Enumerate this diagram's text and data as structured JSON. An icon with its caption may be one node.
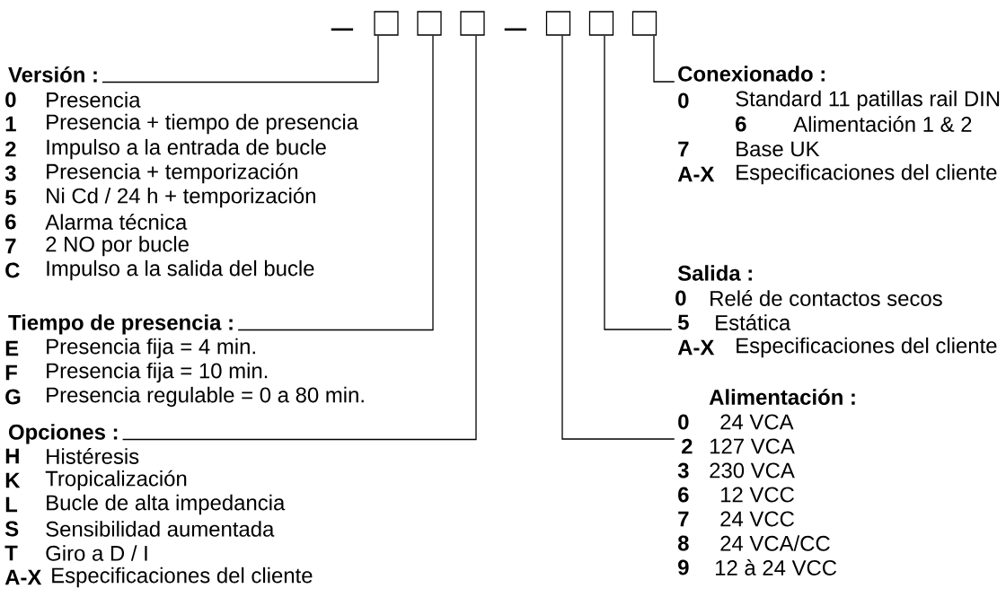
{
  "diagram": {
    "nodes": [
      {
        "text": [],
        "shape": "box"
      },
      {
        "text": [],
        "shape": "box"
      },
      {
        "text": [],
        "shape": "box"
      },
      {
        "text": [],
        "shape": "box"
      },
      {
        "text": [],
        "shape": "box"
      },
      {
        "text": [],
        "shape": "box"
      },
      {
        "text": [
          "Versión :"
        ]
      },
      {
        "text": [
          "Conexionado :",
          "0",
          "Standard 11 patillas rail DIN",
          "6",
          "Alimentación 1 & 2",
          "7",
          "Base UK",
          "A-X",
          "Especificaciones del cliente"
        ]
      },
      {
        "text": [
          "Tiempo de presencia :"
        ]
      },
      {
        "text": [
          "Salida :",
          "0",
          "Relé de contactos secos",
          "5",
          "Estática",
          "A-X",
          "Especificaciones del cliente"
        ]
      },
      {
        "text": [
          "Opciones :"
        ]
      },
      {
        "text": [
          "Alimentación :",
          "0",
          "24 VCA",
          "2",
          "127 VCA",
          "3",
          "230 VCA",
          "6",
          "12 VCC",
          "7",
          "24 VCC",
          "8",
          "24 VCA/CC",
          "9",
          "12 à 24 VCC"
        ]
      }
    ],
    "edges": [
      {
        "from": 6,
        "to": 0,
        "arrow": "none"
      },
      {
        "from": 7,
        "to": 5,
        "arrow": "none"
      },
      {
        "from": 8,
        "to": 1,
        "arrow": "none"
      },
      {
        "from": 9,
        "to": 4,
        "arrow": "none"
      },
      {
        "from": 10,
        "to": 2,
        "arrow": "none"
      },
      {
        "from": 11,
        "to": 3,
        "arrow": "none"
      }
    ],
    "labels": [
      "_",
      "_",
      "0",
      "Presencia",
      "1",
      "Presencia + tiempo de presencia",
      "2",
      "Impulso a la entrada de bucle",
      "3",
      "Presencia + temporización",
      "5",
      "Ni Cd / 24 h + temporización",
      "6",
      "Alarma técnica",
      "7",
      "2 NO por bucle",
      "C",
      "Impulso a la salida del bucle",
      "E",
      "Presencia fija = 4 min.",
      "F",
      "Presencia fija = 10 min.",
      "G",
      "Presencia regulable = 0 a 80 min.",
      "H",
      "Histéresis",
      "K",
      "Tropicalización",
      "L",
      "Bucle de alta impedancia",
      "S",
      "Sensibilidad aumentada",
      "T",
      "Giro a D / I",
      "A-X",
      "Especificaciones del cliente"
    ]
  }
}
